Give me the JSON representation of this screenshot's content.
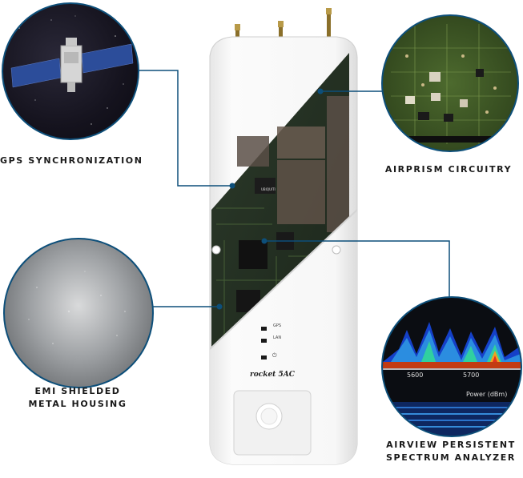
{
  "callouts": {
    "gps": {
      "label": "GPS SYNCHRONIZATION"
    },
    "airprism": {
      "label": "AIRPRISM CIRCUITRY"
    },
    "emi": {
      "line1": "EMI SHIELDED",
      "line2": "METAL HOUSING"
    },
    "airview": {
      "line1": "AIRVIEW PERSISTENT",
      "line2": "SPECTRUM ANALYZER"
    }
  },
  "device": {
    "brand": "rocket 5AC",
    "leds": [
      "GPS",
      "LAN",
      "⏻"
    ],
    "chip_brand": "UBIQUITI"
  },
  "spectrum": {
    "tick_5600": "5600",
    "tick_5700": "5700",
    "power_label": "Power (dBm)"
  },
  "colors": {
    "line": "#0d4f7a",
    "circle_border": "#0d4f7a"
  }
}
